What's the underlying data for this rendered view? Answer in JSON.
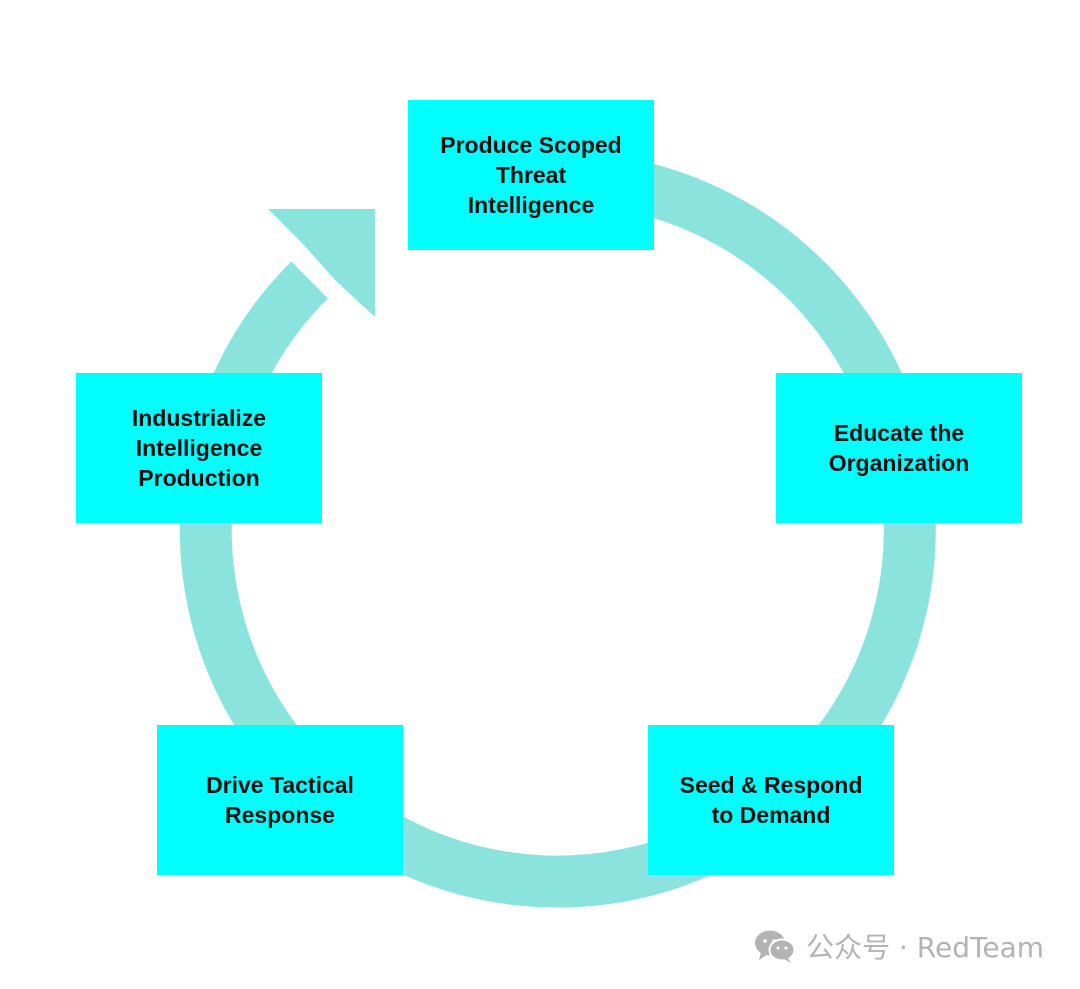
{
  "colors": {
    "ring": "#8ae3dc",
    "box": "#00ffff",
    "text": "#111111",
    "watermark": "#b3b3b3"
  },
  "stages": [
    {
      "label": "Produce Scoped\nThreat\nIntelligence"
    },
    {
      "label": "Educate the\nOrganization"
    },
    {
      "label": "Seed & Respond\nto Demand"
    },
    {
      "label": "Drive Tactical\nResponse"
    },
    {
      "label": "Industrialize\nIntelligence\nProduction"
    }
  ],
  "watermark": {
    "icon": "wechat-icon",
    "text": "公众号 · RedTeam"
  }
}
